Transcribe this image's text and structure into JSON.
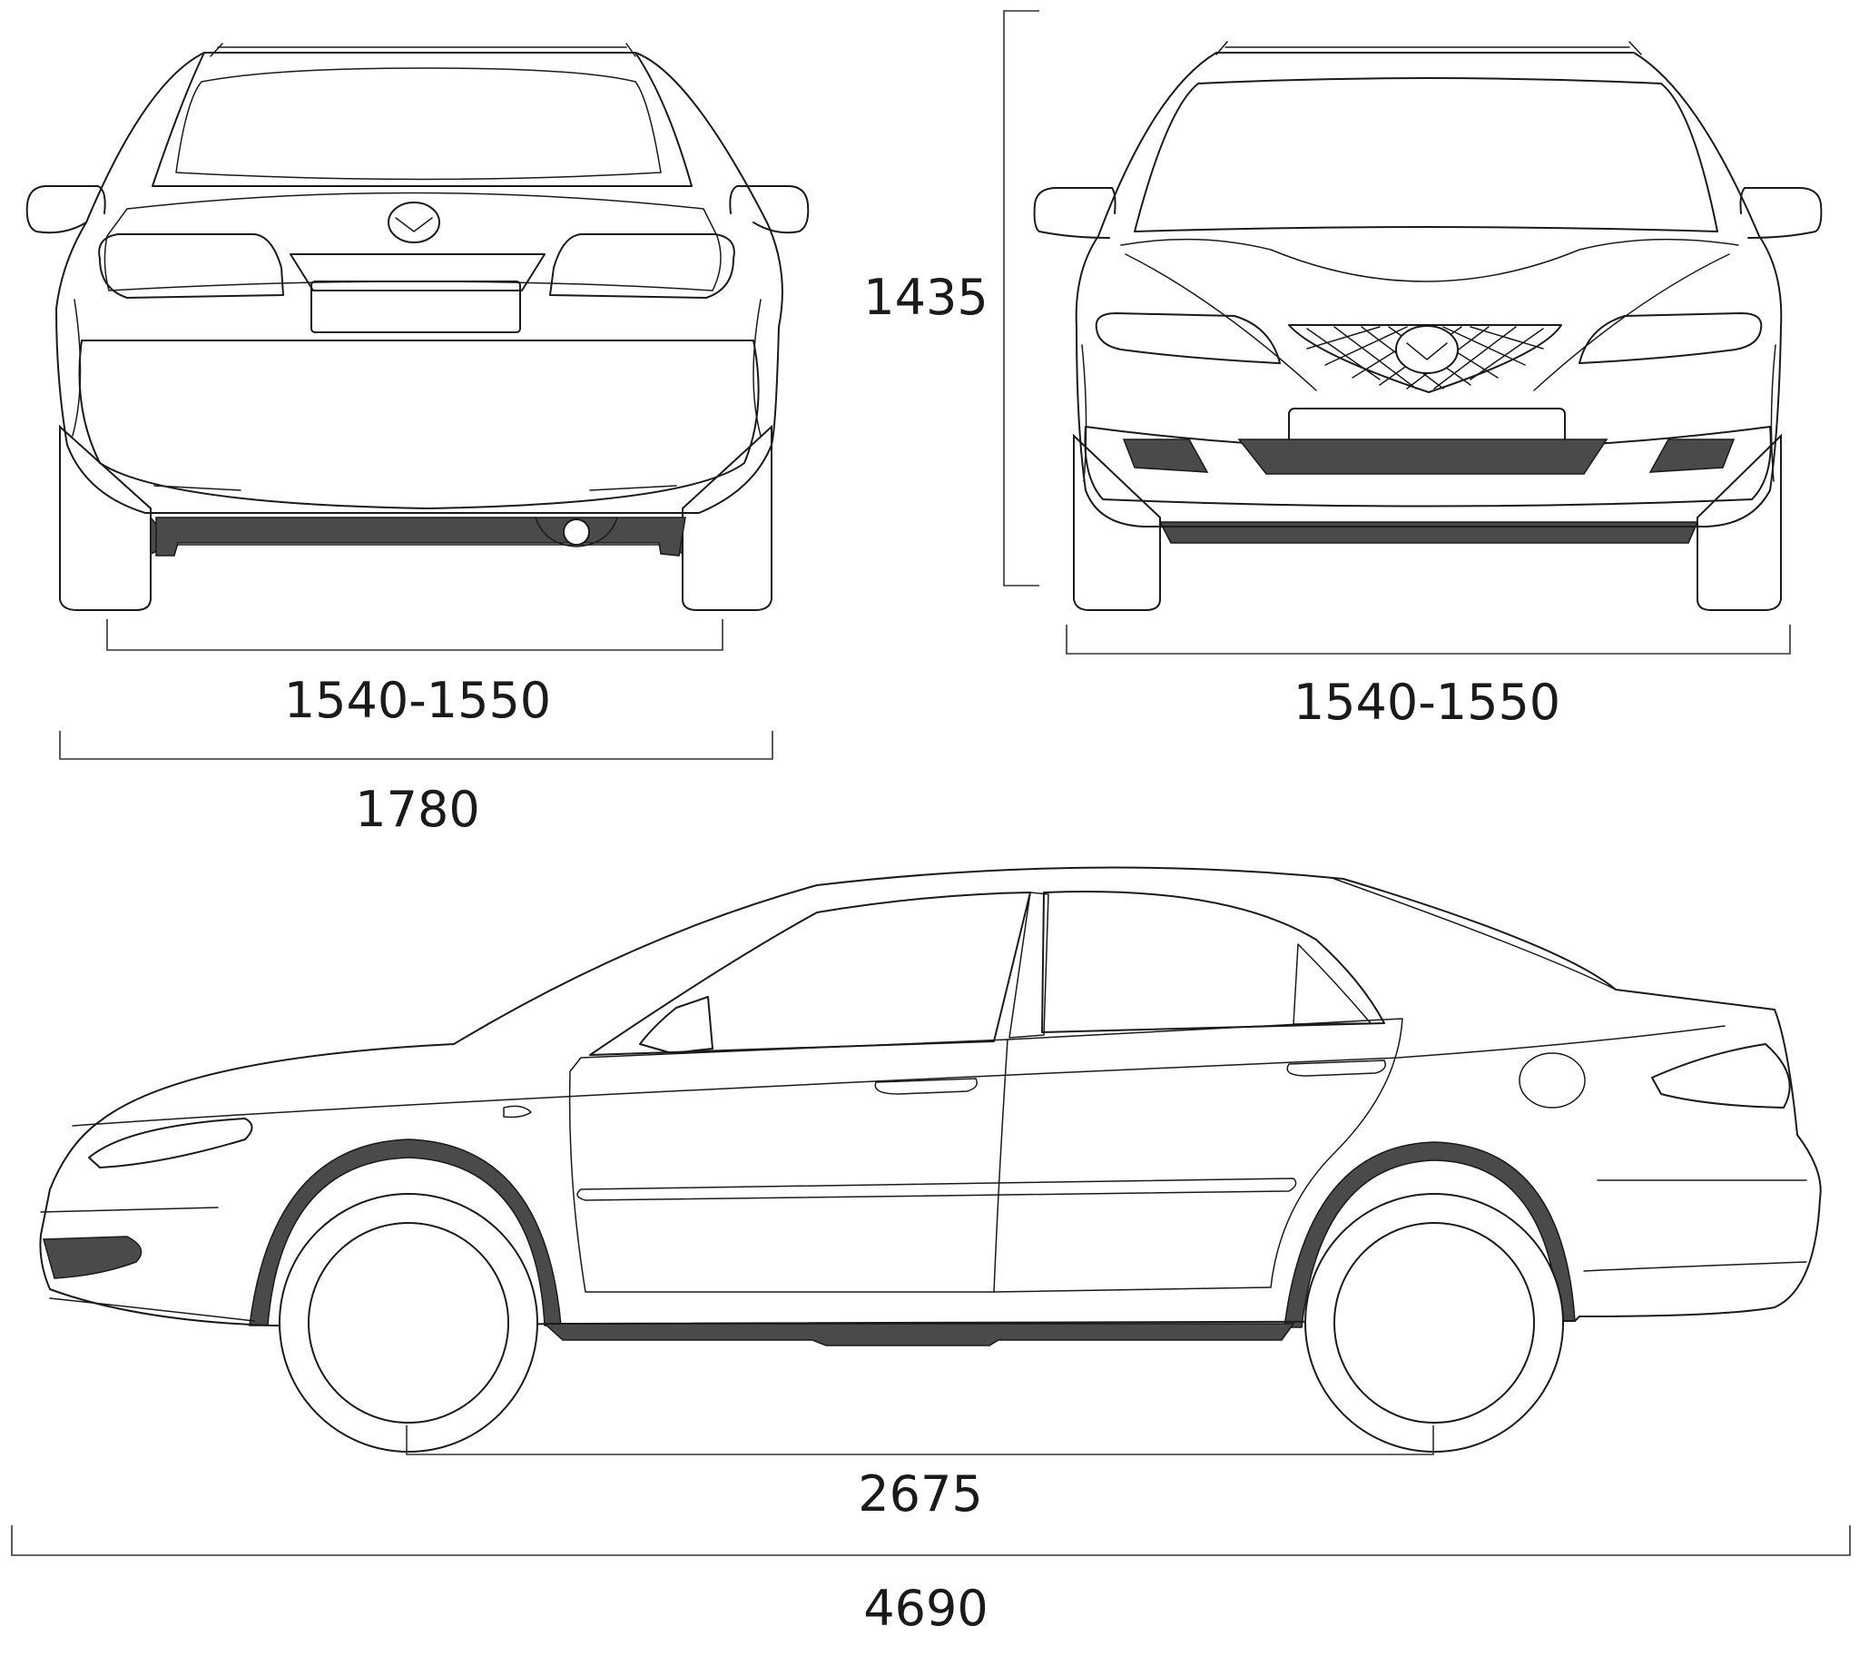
{
  "dimensions": {
    "rear_track": "1540-1550",
    "front_track": "1540-1550",
    "width": "1780",
    "height": "1435",
    "wheelbase": "2675",
    "length": "4690"
  },
  "colors": {
    "line": "#1a1a1a",
    "shade": "#4a4a4a",
    "background": "#ffffff"
  }
}
